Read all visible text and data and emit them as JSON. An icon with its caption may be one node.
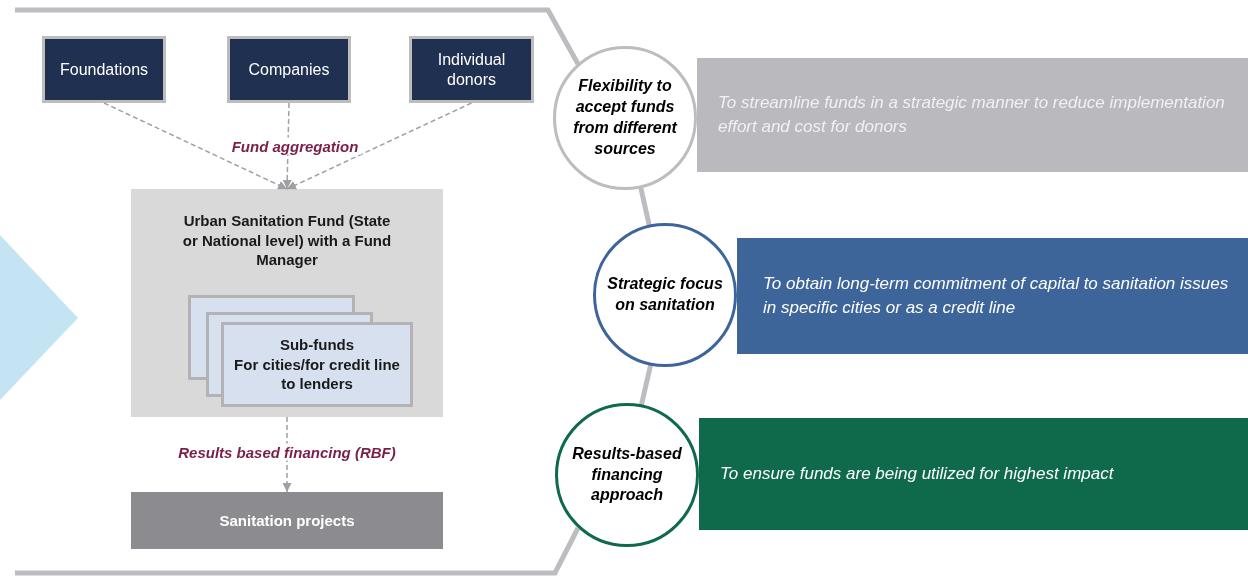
{
  "diagram": {
    "nodes": [
      {
        "text": [
          "Foundations"
        ]
      },
      {
        "text": [
          "Companies"
        ]
      },
      {
        "text": [
          "Individual donors"
        ]
      },
      {
        "text": [
          "Urban Sanitation Fund (State or National level) with a Fund Manager"
        ]
      },
      {
        "text": [
          "Sub-funds",
          "For cities/for credit line to lenders"
        ],
        "in": 3
      },
      {
        "text": [
          "Sanitation projects"
        ]
      },
      {
        "text": [
          "Flexibility to accept funds from different sources"
        ]
      },
      {
        "text": [
          "To streamline funds in a strategic manner to reduce implementation effort and cost for donors"
        ]
      },
      {
        "text": [
          "Strategic focus on sanitation"
        ]
      },
      {
        "text": [
          "To obtain long-term commitment of capital to sanitation issues in specific cities or as a credit line"
        ]
      },
      {
        "text": [
          "Results-based financing approach"
        ]
      },
      {
        "text": [
          "To ensure funds are being utilized for highest impact"
        ]
      }
    ],
    "edges": [
      {
        "from": 0,
        "to": 3,
        "arrow": "to",
        "style": "dashed"
      },
      {
        "from": 1,
        "to": 3,
        "arrow": "to",
        "style": "dashed",
        "label": "Fund aggregation"
      },
      {
        "from": 2,
        "to": 3,
        "arrow": "to",
        "style": "dashed"
      },
      {
        "from": 3,
        "to": 5,
        "arrow": "to",
        "style": "dashed",
        "label": "Results based financing (RBF)"
      },
      {
        "from": 6,
        "to": 8,
        "arrow": "none",
        "style": "thick",
        "color": "#bdbcc0"
      },
      {
        "from": 8,
        "to": 10,
        "arrow": "none",
        "style": "thick",
        "color": "#bdbcc0"
      }
    ]
  }
}
